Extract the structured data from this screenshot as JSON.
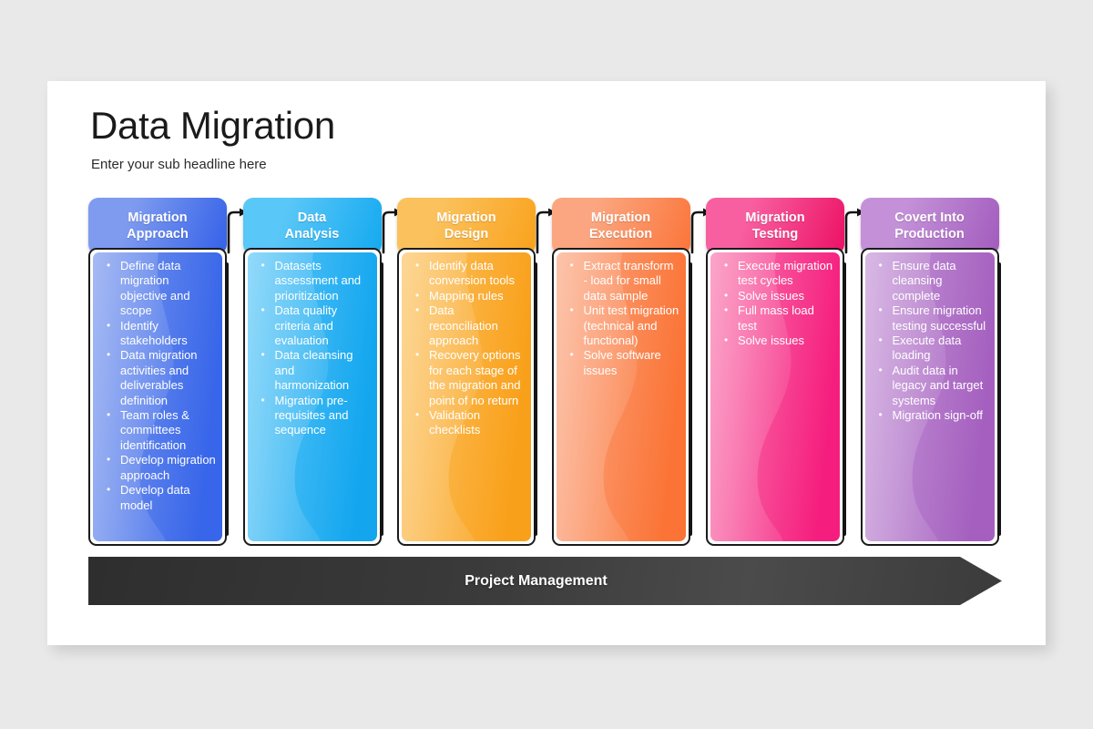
{
  "slide": {
    "title": "Data Migration",
    "subtitle": "Enter your sub headline here"
  },
  "banner": {
    "label": "Project Management"
  },
  "columns": [
    {
      "header": "Migration\nApproach",
      "header_line1": "Migration",
      "header_line2": "Approach",
      "color_light": "#7e9bef",
      "color_dark": "#3461e8",
      "panel_light": "#7f9cee",
      "panel_dark": "#3866ea",
      "items": [
        "Define data migration objective and scope",
        "Identify stakeholders",
        "Data migration activities and deliverables definition",
        "Team roles & committees identification",
        "Develop migration approach",
        "Develop data model"
      ]
    },
    {
      "header": "Data\nAnalysis",
      "header_line1": "Data",
      "header_line2": "Analysis",
      "color_light": "#59c7f7",
      "color_dark": "#14a9f0",
      "panel_light": "#63caf8",
      "panel_dark": "#13a6ef",
      "items": [
        "Datasets assessment and prioritization",
        "Data quality criteria and evaluation",
        "Data cleansing and harmonization",
        "Migration pre-requisites and sequence"
      ]
    },
    {
      "header": "Migration\nDesign",
      "header_line1": "Migration",
      "header_line2": "Design",
      "color_light": "#fbc15c",
      "color_dark": "#f9a21b",
      "panel_light": "#fcc668",
      "panel_dark": "#f9a01a",
      "items": [
        "Identify data conversion tools",
        "Mapping rules",
        "Data reconciliation approach",
        "Recovery options for each stage of the migration and point of no return",
        "Validation checklists"
      ]
    },
    {
      "header": "Migration\nExecution",
      "header_line1": "Migration",
      "header_line2": "Execution",
      "color_light": "#fba680",
      "color_dark": "#fb7539",
      "panel_light": "#fbab88",
      "panel_dark": "#fb7436",
      "items": [
        "Extract transform - load for small data sample",
        "Unit test migration (technical and functional)",
        "Solve software issues"
      ]
    },
    {
      "header": "Migration\nTesting",
      "header_line1": "Migration",
      "header_line2": "Testing",
      "color_light": "#f85fa0",
      "color_dark": "#ec1164",
      "panel_light": "#fa7fb3",
      "panel_dark": "#f51e7e",
      "items": [
        "Execute migration test cycles",
        " Solve issues",
        "Full mass load test",
        "Solve issues"
      ]
    },
    {
      "header": "Covert Into\nProduction",
      "header_line1": "Covert Into",
      "header_line2": "Production",
      "color_light": "#c491d8",
      "color_dark": "#a košt",
      "panel_light": "#c79ad9",
      "panel_dark": "#a560bf",
      "items": [
        "Ensure data cleansing complete",
        "Ensure migration testing successful",
        "Execute data loading",
        "Audit data in legacy and target systems",
        "Migration sign-off"
      ]
    }
  ]
}
